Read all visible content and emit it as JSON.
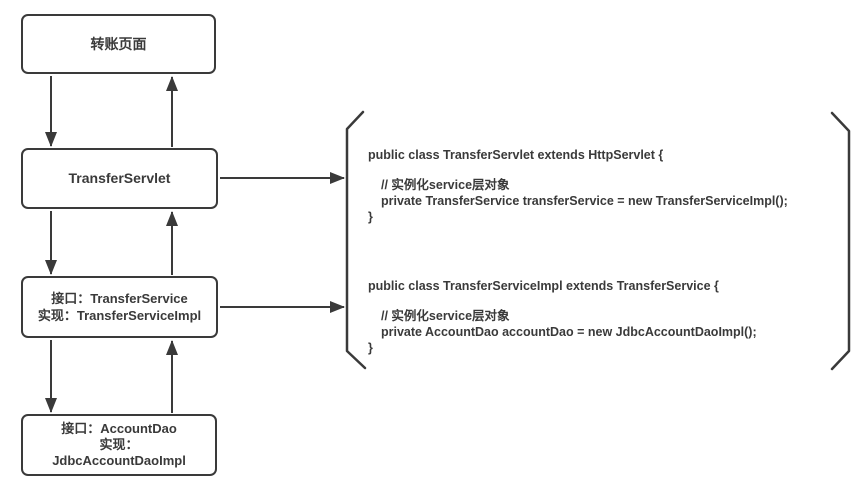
{
  "diagram": {
    "title": "Transfer layered architecture diagram",
    "colors": {
      "line": "#3a3a3a",
      "box_border": "#3a3a3a",
      "text": "#3a3a3a",
      "background": "#ffffff"
    },
    "boxes": {
      "transfer_page": {
        "lines": [
          "转账页面"
        ]
      },
      "transfer_servlet": {
        "lines": [
          "TransferServlet"
        ]
      },
      "transfer_service": {
        "lines": [
          "接口：TransferService",
          "实现：TransferServiceImpl"
        ]
      },
      "account_dao": {
        "lines": [
          "接口：AccountDao",
          "实现：",
          "JdbcAccountDaoImpl"
        ]
      }
    },
    "code_blocks": [
      {
        "lines": [
          "public class TransferServlet extends HttpServlet {",
          "// 实例化service层对象",
          "private TransferService transferService = new TransferServiceImpl();",
          "}"
        ]
      },
      {
        "lines": [
          "public class TransferServiceImpl extends TransferService {",
          "// 实例化service层对象",
          "private AccountDao accountDao = new JdbcAccountDaoImpl();",
          "}"
        ]
      }
    ]
  }
}
